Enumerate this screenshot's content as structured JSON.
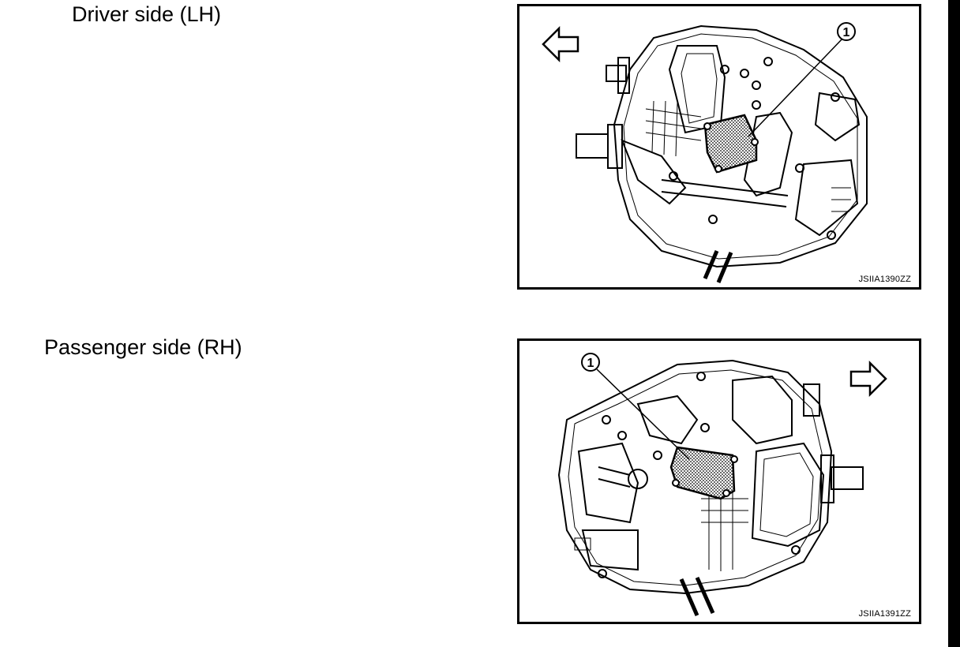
{
  "labels": {
    "driver_side": "Driver side (LH)",
    "passenger_side": "Passenger side (RH)"
  },
  "figures": {
    "lh": {
      "code": "JSIIA1390ZZ",
      "callout": "1",
      "arrow_direction": "left"
    },
    "rh": {
      "code": "JSIIA1391ZZ",
      "callout": "1",
      "arrow_direction": "right"
    }
  },
  "colors": {
    "line": "#000000",
    "background": "#ffffff",
    "highlight_fill": "#9a9a9a"
  }
}
